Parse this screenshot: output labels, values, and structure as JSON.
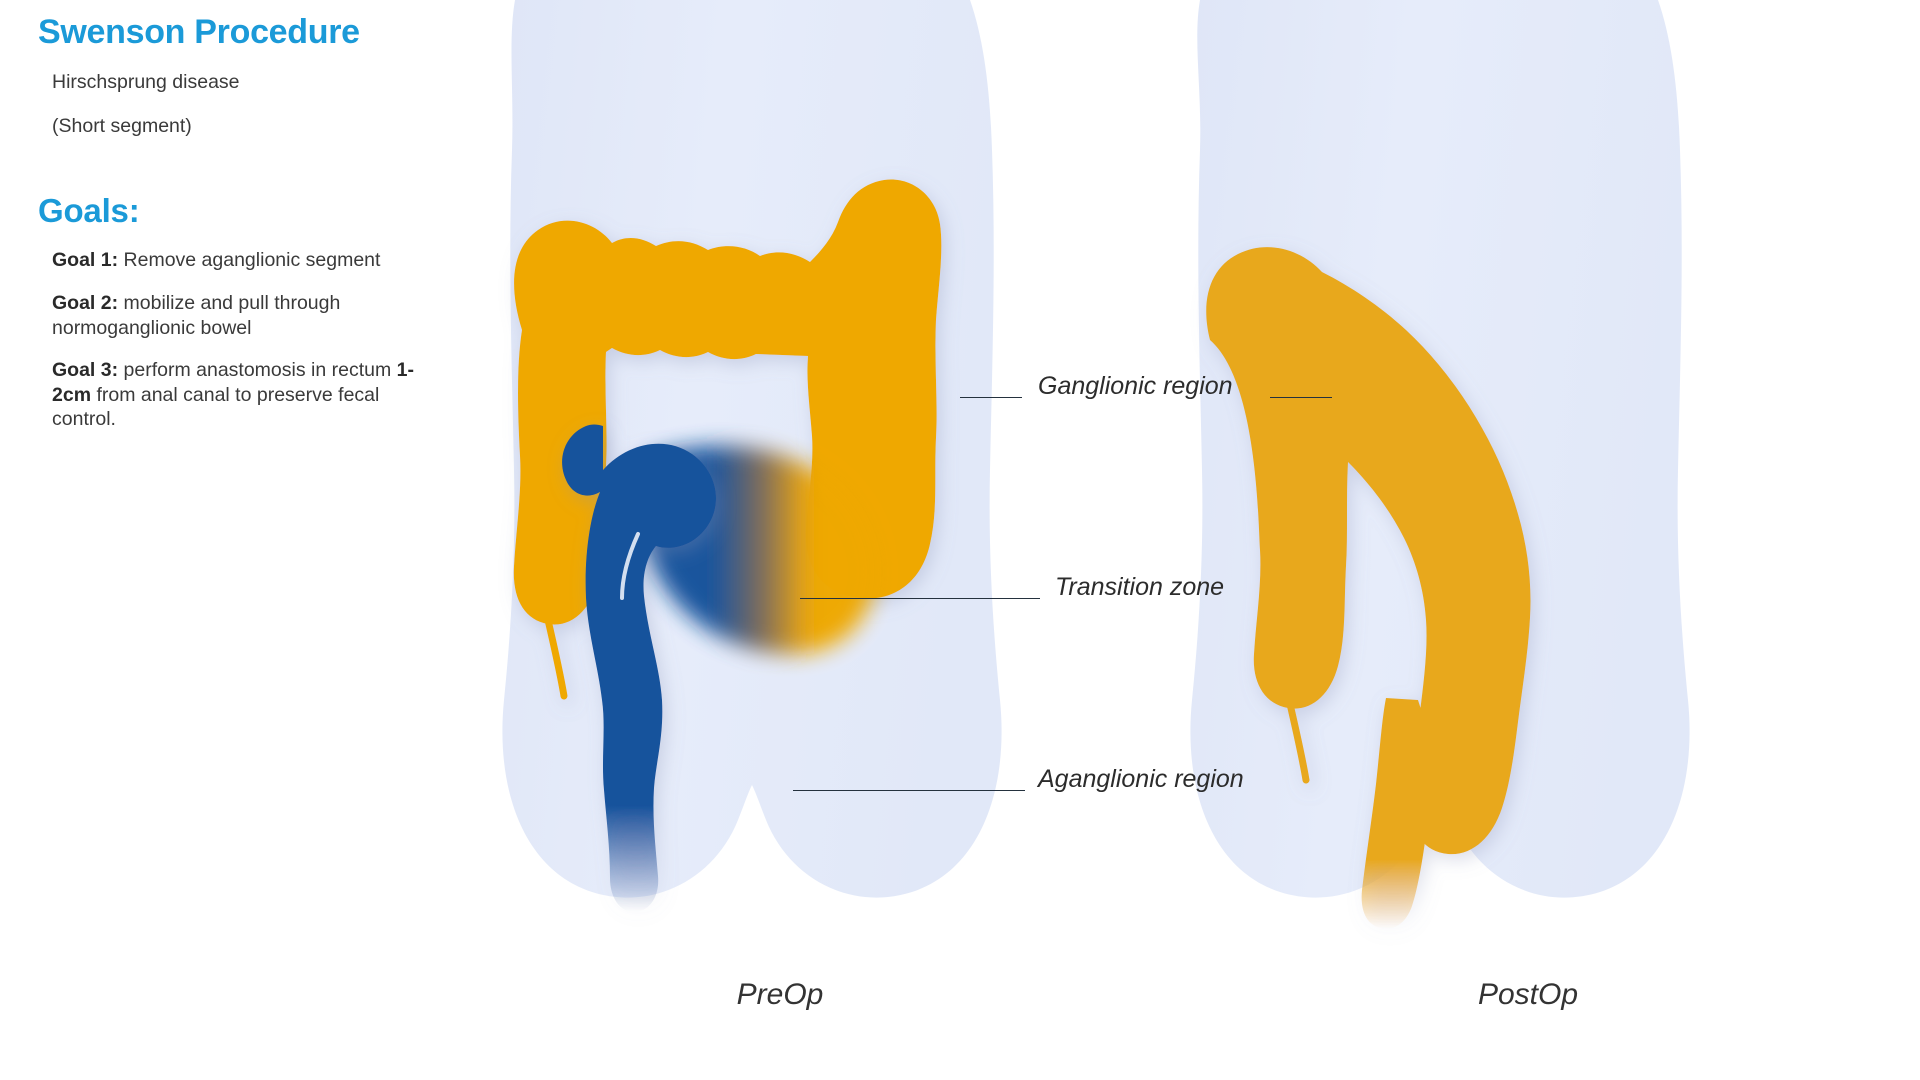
{
  "panel": {
    "title": "Swenson Procedure",
    "subtitle_1": "Hirschsprung disease",
    "subtitle_2": "(Short segment)",
    "goals_heading": "Goals:",
    "goals": [
      {
        "label": "Goal 1:",
        "text": " Remove aganglionic segment"
      },
      {
        "label": "Goal 2:",
        "text": " mobilize and pull through normoganglionic bowel"
      },
      {
        "label": "Goal 3:",
        "text_a": " perform anastomosis in rectum ",
        "emphasis": "1-2cm",
        "text_b": " from anal canal to preserve fecal control."
      }
    ]
  },
  "figures": {
    "preop_caption": "PreOp",
    "postop_caption": "PostOp"
  },
  "callouts": {
    "ganglionic": "Ganglionic region",
    "transition": "Transition zone",
    "aganglionic": "Aganglionic region"
  },
  "colors": {
    "heading_blue": "#1B9AD8",
    "bowel_orange": "#EFA806",
    "bowel_orange_post": "#E8A81E",
    "aganglionic_blue": "#13529C",
    "body_silhouette": "#E4EAF9",
    "leader_line": "#24313E",
    "body_text": "#3A3A3A",
    "background": "#FFFFFF"
  },
  "diagram": {
    "type": "medical-illustration",
    "panels": [
      {
        "name": "PreOp",
        "regions": [
          {
            "name": "Ganglionic region",
            "color": "#EFA806",
            "description": "normal ganglionated colon: ascending, transverse and descending colon"
          },
          {
            "name": "Transition zone",
            "color": "gradient #13529C to #EFA806",
            "description": "gradient blend between aganglionic and ganglionic bowel"
          },
          {
            "name": "Aganglionic region",
            "color": "#13529C",
            "description": "short-segment aganglionic sigmoid and rectum extending to anal canal"
          }
        ]
      },
      {
        "name": "PostOp",
        "regions": [
          {
            "name": "Ganglionic region",
            "color": "#E8A81E",
            "description": "normoganglionic bowel pulled through to the anal canal after resection of the aganglionic segment"
          }
        ]
      }
    ]
  }
}
